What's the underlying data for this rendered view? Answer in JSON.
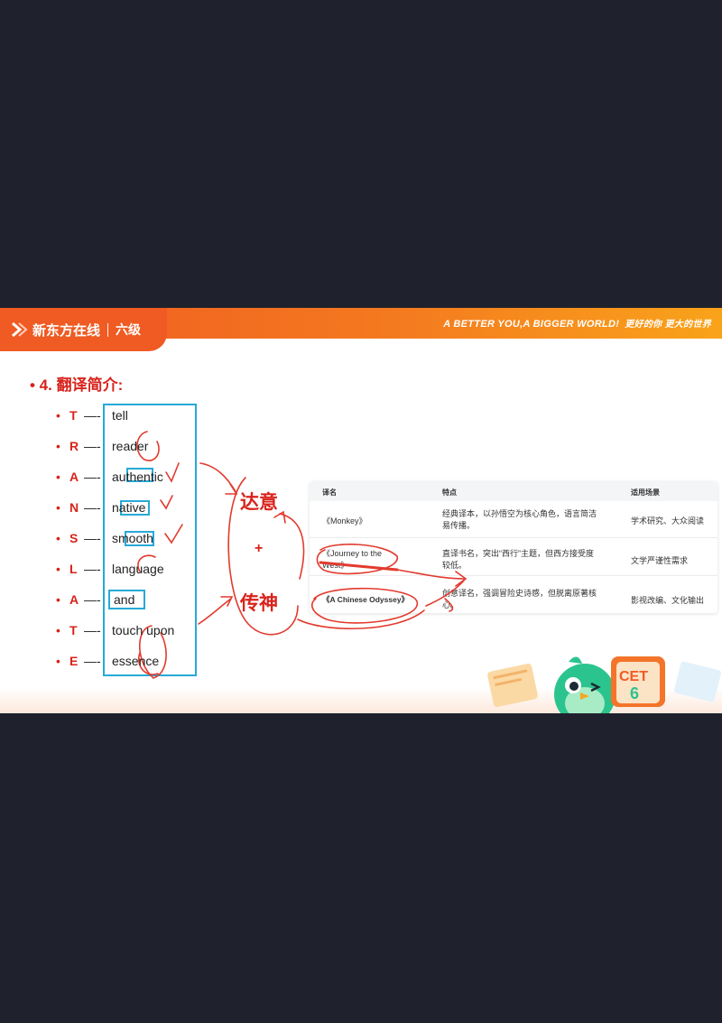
{
  "header": {
    "brand": "新东方在线",
    "level": "六级",
    "slogan_en": "A BETTER YOU,A BIGGER WORLD!",
    "slogan_cn": "更好的你 更大的世界"
  },
  "heading": "• 4. 翻译简介:",
  "acrostic": {
    "bullet": "•",
    "dash": "—-",
    "items": [
      {
        "letter": "T",
        "word": "tell"
      },
      {
        "letter": "R",
        "word": "reader"
      },
      {
        "letter": "A",
        "word": "authentic"
      },
      {
        "letter": "N",
        "word": "native"
      },
      {
        "letter": "S",
        "word": "smooth"
      },
      {
        "letter": "L",
        "word": "language"
      },
      {
        "letter": "A",
        "word": "and"
      },
      {
        "letter": "T",
        "word": "touch upon"
      },
      {
        "letter": "E",
        "word": "essence"
      }
    ]
  },
  "annotations": {
    "top": "达意",
    "plus": "+",
    "bottom": "传神"
  },
  "table": {
    "headers": [
      "译名",
      "特点",
      "适用场景"
    ],
    "rows": [
      {
        "name": "《Monkey》",
        "feature": [
          "经典译本，以孙悟空为核心角色，语言简洁",
          "易传播。"
        ],
        "scene": "学术研究、大众阅读"
      },
      {
        "name_lines": [
          "《Journey to the",
          "West》"
        ],
        "feature": [
          "直译书名，突出“西行”主题，但西方接受度",
          "较低。"
        ],
        "scene": "文学严谨性需求"
      },
      {
        "name": "《A Chinese Odyssey》",
        "feature": [
          "创意译名，强调冒险史诗感，但脱离原著核",
          "心。"
        ],
        "scene": "影视改编、文化输出"
      }
    ]
  },
  "decor": {
    "cet": "CET",
    "cet_num": "6"
  },
  "colors": {
    "accent": "#d9231c",
    "banner": "#f05a22",
    "box": "#27a9d8",
    "background": "#1f222c"
  }
}
